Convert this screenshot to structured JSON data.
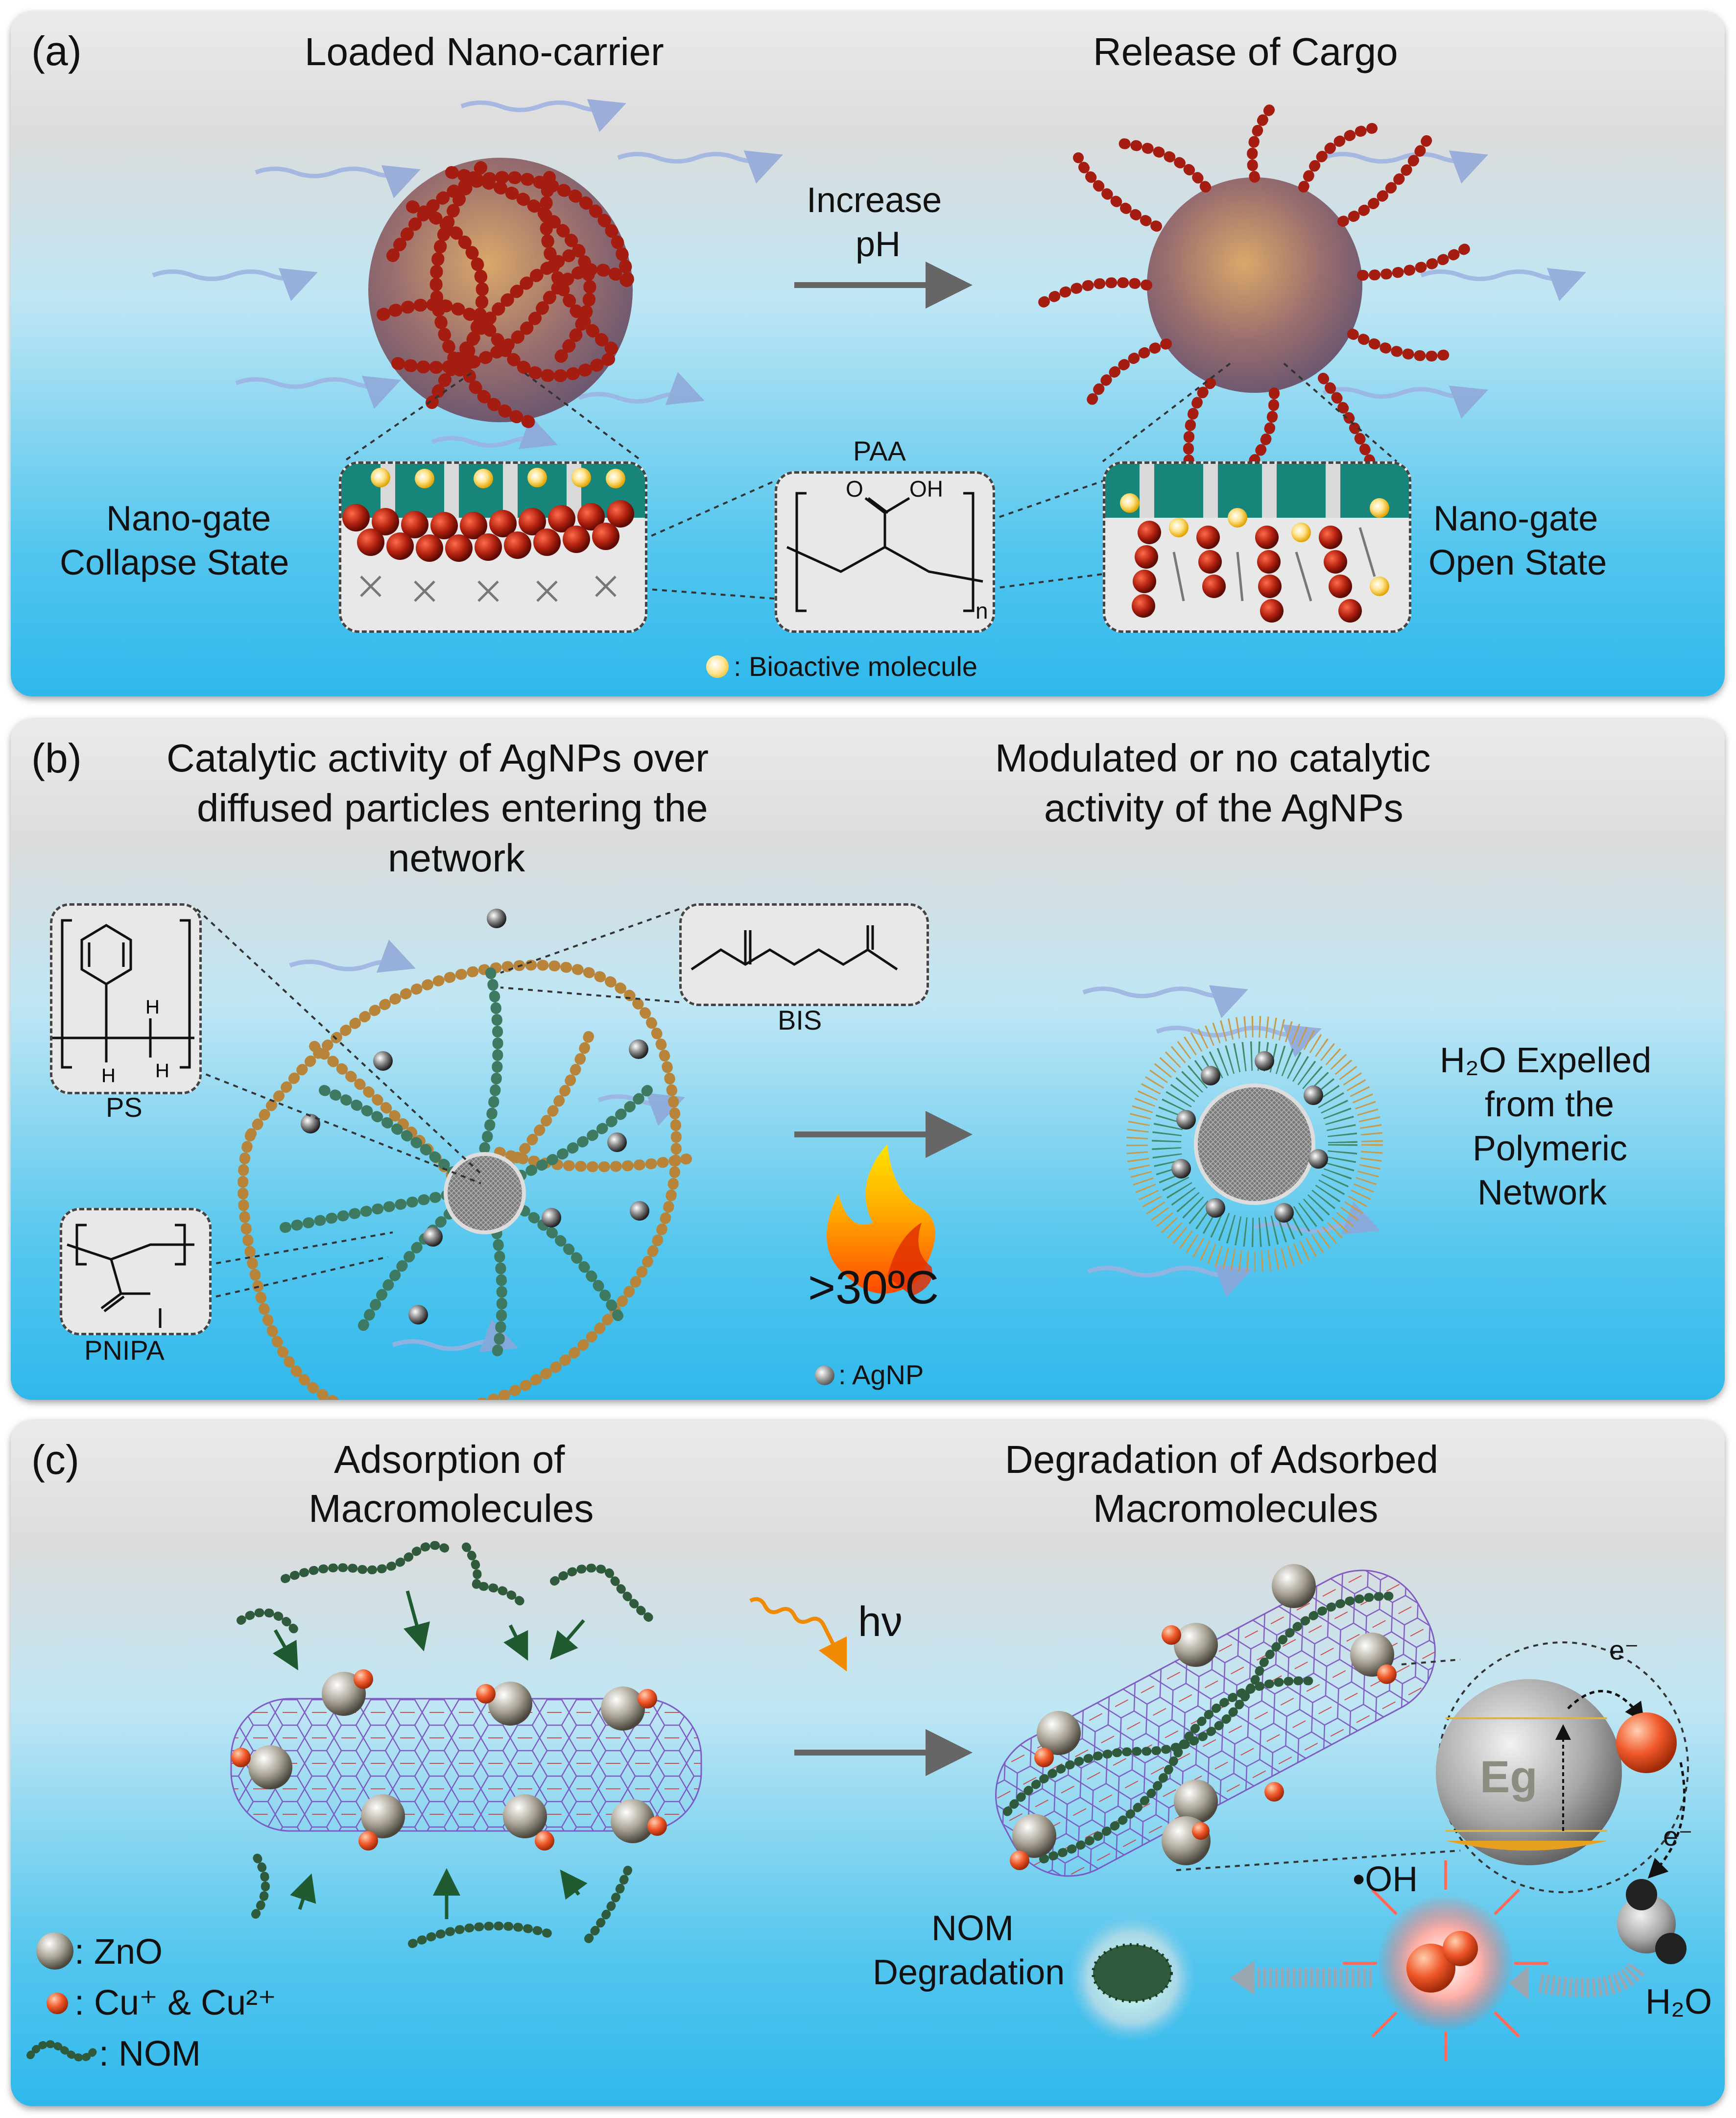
{
  "panel_a": {
    "label": "(a)",
    "title_left": "Loaded Nano-carrier",
    "title_right": "Release of Cargo",
    "arrow_label_1": "Increase",
    "arrow_label_2": "pH",
    "left_state_1": "Nano-gate",
    "left_state_2": "Collapse State",
    "right_state_1": "Nano-gate",
    "right_state_2": "Open State",
    "polymer_label": "PAA",
    "polymer_sub": "n",
    "polymer_o": "O",
    "polymer_oh": "OH",
    "legend": ": Bioactive molecule"
  },
  "panel_b": {
    "label": "(b)",
    "title_left_1": "Catalytic activity of AgNPs over",
    "title_left_2": "diffused particles entering the",
    "title_left_3": "network",
    "title_right_1": "Modulated or no catalytic",
    "title_right_2": "activity of the AgNPs",
    "ps_label": "PS",
    "bis_label": "BIS",
    "pnipa_label": "PNIPA",
    "temp_label": ">30ºC",
    "legend": ": AgNP",
    "expelled_1": "H₂O Expelled",
    "expelled_2": "from the",
    "expelled_3": "Polymeric",
    "expelled_4": "Network"
  },
  "panel_c": {
    "label": "(c)",
    "title_left_1": "Adsorption of",
    "title_left_2": "Macromolecules",
    "title_right_1": "Degradation of Adsorbed",
    "title_right_2": "Macromolecules",
    "hv_label": "hν",
    "eg_label": "Eg",
    "electron_1": "e⁻",
    "electron_2": "e⁻",
    "oh_label": "•OH",
    "h2o_label": "H₂O",
    "nom_deg_1": "NOM",
    "nom_deg_2": "Degradation",
    "legend_zno": ": ZnO",
    "legend_cu": ": Cu⁺ & Cu²⁺",
    "legend_nom": ": NOM"
  },
  "colors": {
    "polymer_red": "#a51d10",
    "teal": "#1e8a80",
    "amber_chain": "#b8843a",
    "green_chain": "#3e7a62",
    "nom_green": "#2f5a3c",
    "bioactive": "#ffe07a",
    "cu_orange": "#f0582a"
  }
}
